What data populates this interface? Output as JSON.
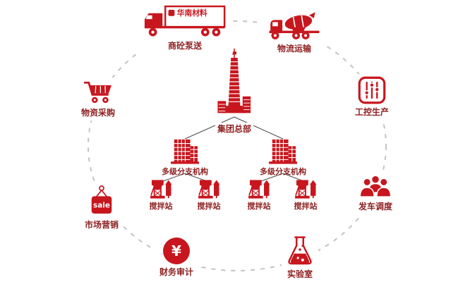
{
  "colors": {
    "accent": "#c8161e",
    "label_text": "#8d1f1f",
    "ring": "#c3c3c3",
    "connector": "#4a4a4a"
  },
  "center": {
    "headquarters_label": "集团总部",
    "branches": [
      {
        "label": "多级分支机构"
      },
      {
        "label": "多级分支机构"
      }
    ],
    "stations": [
      "搅拌站",
      "搅拌站",
      "搅拌站",
      "搅拌站"
    ]
  },
  "ring_nodes": {
    "pumping": {
      "label": "商砼泵送",
      "trailer_text": "华南材料"
    },
    "logistics": {
      "label": "物流运输"
    },
    "production": {
      "label": "工控生产"
    },
    "dispatch": {
      "label": "发车调度"
    },
    "lab": {
      "label": "实验室"
    },
    "audit": {
      "label": "财务审计",
      "symbol": "¥"
    },
    "marketing": {
      "label": "市场营销",
      "tag_text": "sale"
    },
    "procurement": {
      "label": "物资采购"
    }
  }
}
